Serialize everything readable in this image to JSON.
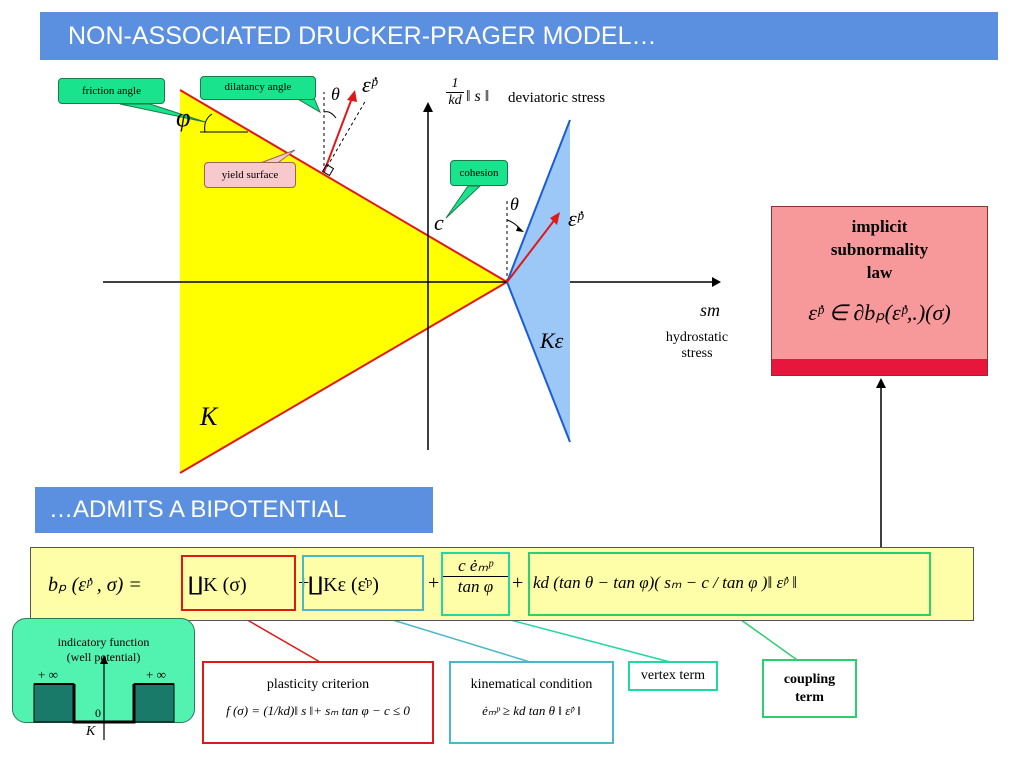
{
  "title": "NON-ASSOCIATED DRUCKER-PRAGER MODEL…",
  "subtitle": "…ADMITS A BIPOTENTIAL",
  "diagram": {
    "friction_angle": "friction angle",
    "dilatancy_angle": "dilatancy angle",
    "yield_surface": "yield surface",
    "cohesion": "cohesion",
    "phi": "φ",
    "theta": "θ",
    "eps_p": "ε̇ᵖ",
    "c": "c",
    "K": "K",
    "K_eps": "Kε",
    "one": "1",
    "kd": "kd",
    "s_norm": "‖ s ‖",
    "deviatoric": "deviatoric stress",
    "sm": "sm",
    "hydrostatic": "hydrostatic",
    "stress": "stress"
  },
  "implicit": {
    "line1": "implicit",
    "line2": "subnormality",
    "line3": "law",
    "law": "ε̇ᵖ ∈ ∂bₚ(ε̇ᵖ,.)(σ)"
  },
  "formula": {
    "lhs": "bₚ (ε̇ᵖ , σ) =",
    "term1": "∐K (σ)",
    "plus1": "+",
    "term2": "∐Kε (ε̇ᵖ)",
    "plus2": "+",
    "term3_num": "c ėₘᵖ",
    "term3_den": "tan φ",
    "plus3": "+",
    "term4": "kd (tan θ − tan φ)( sₘ − c / tan φ )‖ ε̇ᵖ ‖"
  },
  "labels": {
    "plasticity": "plasticity criterion",
    "plasticity_formula": "f (σ) = (1/kd)‖ s ‖+ sₘ tan φ − c ≤ 0",
    "kinematical": "kinematical condition",
    "kinematical_formula": "ėₘᵖ ≥ kd tan θ ‖ ε̇ᵖ ‖",
    "vertex": "vertex term",
    "coupling1": "coupling",
    "coupling2": "term"
  },
  "indicatory": {
    "line1": "indicatory function",
    "line2": "(well potential)",
    "plus_inf_left": "+ ∞",
    "plus_inf_right": "+ ∞",
    "zero": "0",
    "K": "K"
  },
  "colors": {
    "banner": "#5b8fe0",
    "yield_fill": "#ffff00",
    "cone_fill": "#9cc8f8",
    "red_box": "#e01818",
    "cyan_box": "#4ab8c8",
    "green_box": "#2ad070"
  }
}
